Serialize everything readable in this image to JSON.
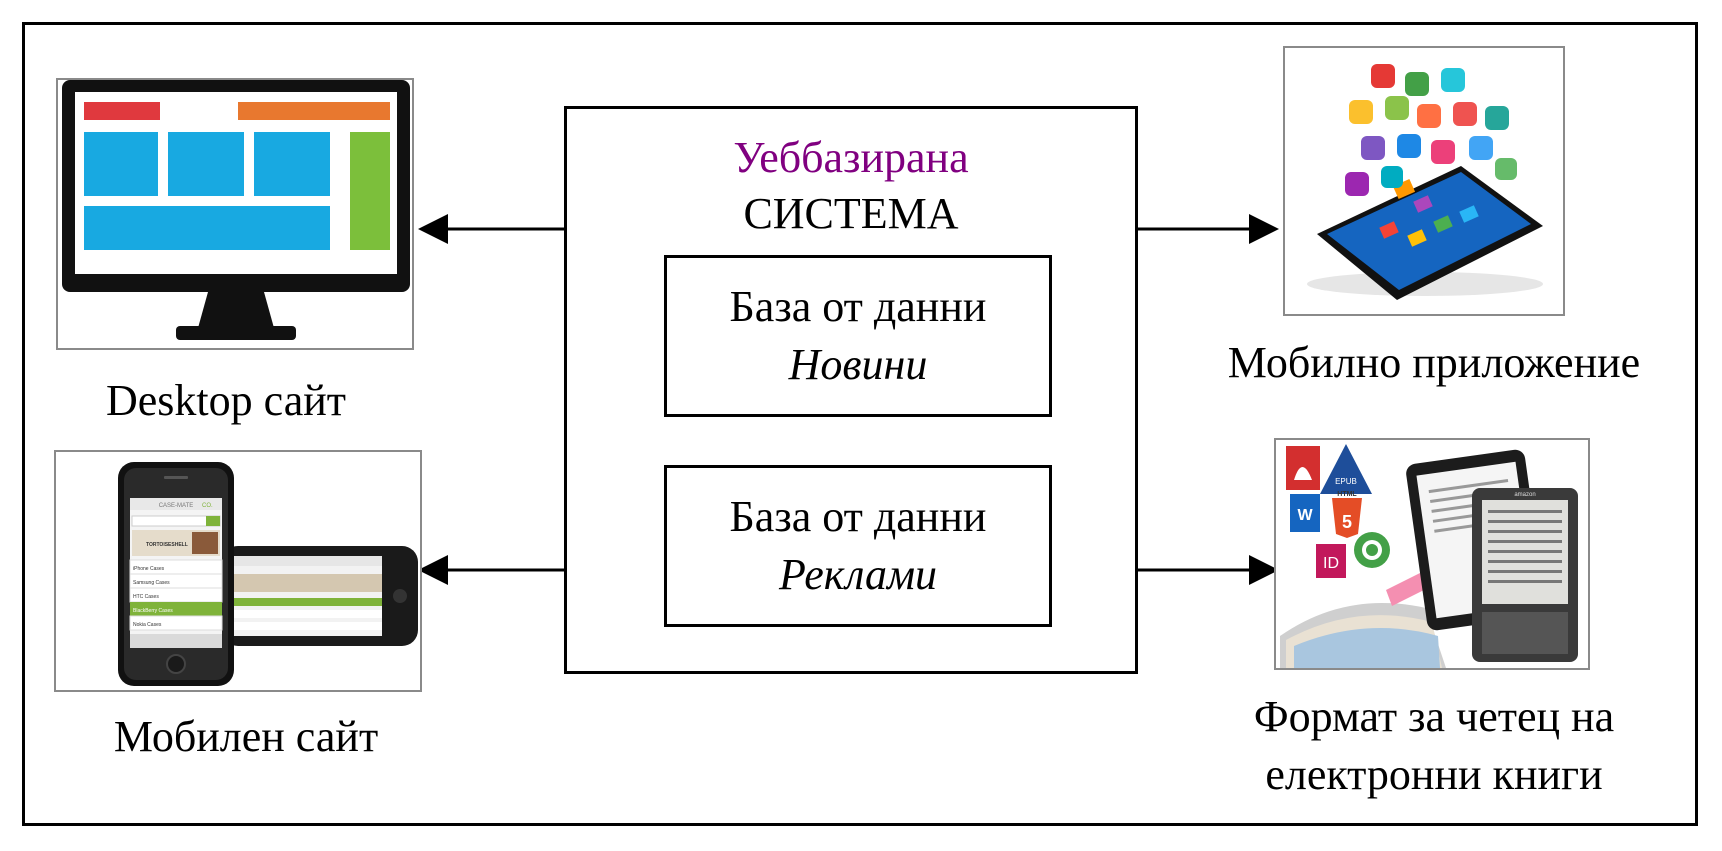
{
  "system": {
    "title": "Уеббазирана",
    "subtitle": "СИСТЕМА",
    "databases": [
      {
        "label": "База от данни",
        "name": "Новини"
      },
      {
        "label": "База от данни",
        "name": "Реклами"
      }
    ]
  },
  "outputs": {
    "desktop_site": "Desktop сайт",
    "mobile_site": "Мобилен сайт",
    "mobile_app": "Мобилно приложение",
    "ereader_line1": "Формат за четец на",
    "ereader_line2": "електронни книги"
  },
  "mobile_screen": {
    "brand": "CASE-MATE",
    "brand_suffix": "CO.",
    "banner1": "TORTOISESHELL",
    "menu": [
      "iPhone Cases",
      "Samsung Cases",
      "HTC Cases",
      "BlackBerry Cases",
      "Nokia Cases"
    ]
  },
  "ereader_icons": {
    "epub": "EPUB",
    "html": "HTML",
    "html_version": "5",
    "word": "W",
    "indesign": "ID",
    "amazon": "amazon"
  },
  "colors": {
    "system_title": "#800080",
    "desktop_red": "#e0393e",
    "desktop_orange": "#e8782f",
    "desktop_blue": "#18a9e1",
    "desktop_green": "#7cbf3b"
  }
}
